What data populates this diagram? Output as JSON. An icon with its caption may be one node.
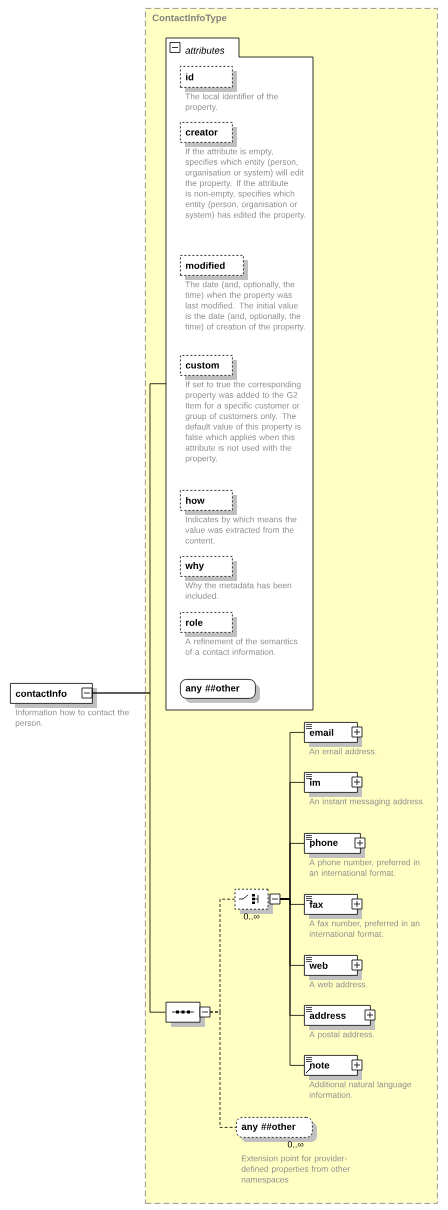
{
  "diagram": {
    "nodes": [
      {
        "text": [
          "ContactInfoType"
        ]
      },
      {
        "text": [
          "attributes"
        ],
        "in": 0
      },
      {
        "text": [
          "id"
        ],
        "in": 1,
        "beside": [
          "The local identifier of the property."
        ]
      },
      {
        "text": [
          "creator"
        ],
        "in": 1,
        "beside": [
          "If the attribute is empty, specifies which entity (person, organisation or system) will edit the property. If the attribute is non-empty, specifies which entity (person, organisation or system) has edited the property."
        ]
      },
      {
        "text": [
          "modified"
        ],
        "in": 1,
        "beside": [
          "The date (and, optionally, the time) when the property was last modified. The initial value is the date (and, optionally, the time) of creation of the property."
        ]
      },
      {
        "text": [
          "custom"
        ],
        "in": 1,
        "beside": [
          "If set to true the corresponding property was added to the G2 Item for a specific customer or group of customers only. The default value of this property is false which applies when this attribute is not used with the property."
        ]
      },
      {
        "text": [
          "how"
        ],
        "in": 1,
        "beside": [
          "Indicates by which means the value was extracted from the content."
        ]
      },
      {
        "text": [
          "why"
        ],
        "in": 1,
        "beside": [
          "Why the metadata has been included."
        ]
      },
      {
        "text": [
          "role"
        ],
        "in": 1,
        "beside": [
          "A refinement of the semantics of a contact information."
        ]
      },
      {
        "text": [
          "any **##other**"
        ],
        "in": 1
      },
      {
        "text": [
          "contactInfo"
        ],
        "beside": [
          "Information how to contact the person."
        ]
      },
      {
        "text": [],
        "shape": "octagon",
        "in": 0
      },
      {
        "text": [],
        "shape": "octagon",
        "in": 0,
        "beside": [
          "0..∞"
        ]
      },
      {
        "text": [
          "email"
        ],
        "in": 0,
        "beside": [
          "An email address."
        ]
      },
      {
        "text": [
          "im"
        ],
        "in": 0,
        "beside": [
          "An instant messaging address."
        ]
      },
      {
        "text": [
          "phone"
        ],
        "in": 0,
        "beside": [
          "A phone number, preferred in an international format."
        ]
      },
      {
        "text": [
          "fax"
        ],
        "in": 0,
        "beside": [
          "A fax number, preferred in an international format."
        ]
      },
      {
        "text": [
          "web"
        ],
        "in": 0,
        "beside": [
          "A web address."
        ]
      },
      {
        "text": [
          "address"
        ],
        "in": 0,
        "beside": [
          "A postal address."
        ]
      },
      {
        "text": [
          "note"
        ],
        "in": 0,
        "beside": [
          "Additional natural language information."
        ]
      },
      {
        "text": [
          "any **##other**"
        ],
        "in": 0,
        "beside": [
          "0..∞",
          "Extension point for provider-defined properties from other namespaces"
        ]
      }
    ],
    "edges": [
      {
        "from": 10,
        "to": 1,
        "arrow": "none"
      },
      {
        "from": 10,
        "to": 11,
        "arrow": "none"
      },
      {
        "from": 11,
        "to": 12,
        "arrow": "none",
        "style": "dashed"
      },
      {
        "from": 11,
        "to": 20,
        "arrow": "none",
        "style": "dashed"
      },
      {
        "from": 12,
        "to": 13,
        "arrow": "none"
      },
      {
        "from": 12,
        "to": 14,
        "arrow": "none"
      },
      {
        "from": 12,
        "to": 15,
        "arrow": "none"
      },
      {
        "from": 12,
        "to": 16,
        "arrow": "none"
      },
      {
        "from": 12,
        "to": 17,
        "arrow": "none"
      },
      {
        "from": 12,
        "to": 18,
        "arrow": "none"
      },
      {
        "from": 12,
        "to": 19,
        "arrow": "none"
      }
    ]
  }
}
